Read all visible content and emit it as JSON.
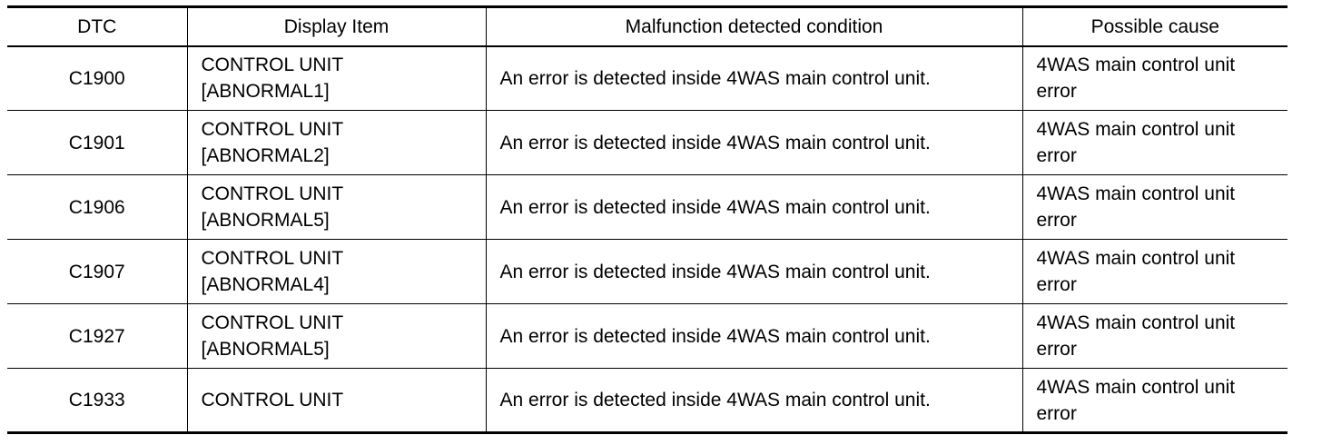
{
  "headers": {
    "dtc": "DTC",
    "display_item": "Display Item",
    "condition": "Malfunction detected condition",
    "cause": "Possible cause"
  },
  "rows": [
    {
      "dtc": "C1900",
      "display_item_line1": "CONTROL UNIT",
      "display_item_line2": "[ABNORMAL1]",
      "condition": "An error is detected inside 4WAS main control unit.",
      "cause_line1": "4WAS main control unit",
      "cause_line2": "error"
    },
    {
      "dtc": "C1901",
      "display_item_line1": "CONTROL UNIT",
      "display_item_line2": "[ABNORMAL2]",
      "condition": "An error is detected inside 4WAS main control unit.",
      "cause_line1": "4WAS main control unit",
      "cause_line2": "error"
    },
    {
      "dtc": "C1906",
      "display_item_line1": "CONTROL UNIT",
      "display_item_line2": "[ABNORMAL5]",
      "condition": "An error is detected inside 4WAS main control unit.",
      "cause_line1": "4WAS main control unit",
      "cause_line2": "error"
    },
    {
      "dtc": "C1907",
      "display_item_line1": "CONTROL UNIT",
      "display_item_line2": "[ABNORMAL4]",
      "condition": "An error is detected inside 4WAS main control unit.",
      "cause_line1": "4WAS main control unit",
      "cause_line2": "error"
    },
    {
      "dtc": "C1927",
      "display_item_line1": "CONTROL UNIT",
      "display_item_line2": "[ABNORMAL5]",
      "condition": "An error is detected inside 4WAS main control unit.",
      "cause_line1": "4WAS main control unit",
      "cause_line2": "error"
    },
    {
      "dtc": "C1933",
      "display_item_line1": "CONTROL UNIT",
      "display_item_line2": "",
      "condition": "An error is detected inside 4WAS main control unit.",
      "cause_line1": "4WAS main control unit",
      "cause_line2": "error"
    }
  ]
}
